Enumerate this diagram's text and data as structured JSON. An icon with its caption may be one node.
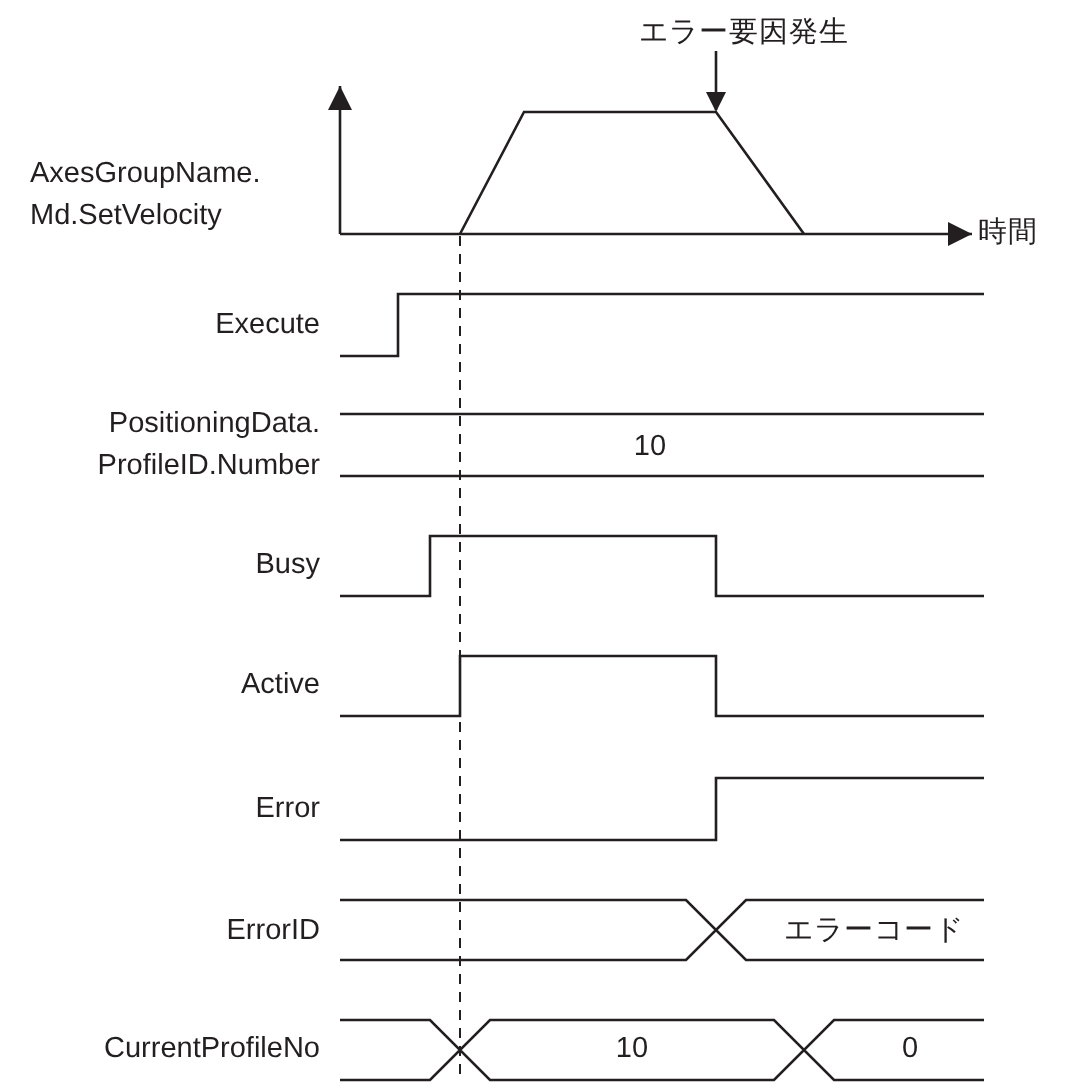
{
  "diagram": {
    "nodes": [
      {
        "text": [
          "エラー要因発生"
        ]
      },
      {
        "text": [],
        "shape": "line"
      }
    ],
    "edges": [
      {
        "from": 0,
        "to": 1,
        "arrow": "to"
      }
    ],
    "labels": [
      "AxesGroupName. Md.SetVelocity",
      "時間",
      "Execute",
      "PositioningData. ProfileID.Number",
      "10",
      "Busy",
      "Active",
      "Error",
      "ErrorID",
      "エラーコード",
      "CurrentProfileNo",
      "10",
      "0"
    ]
  }
}
